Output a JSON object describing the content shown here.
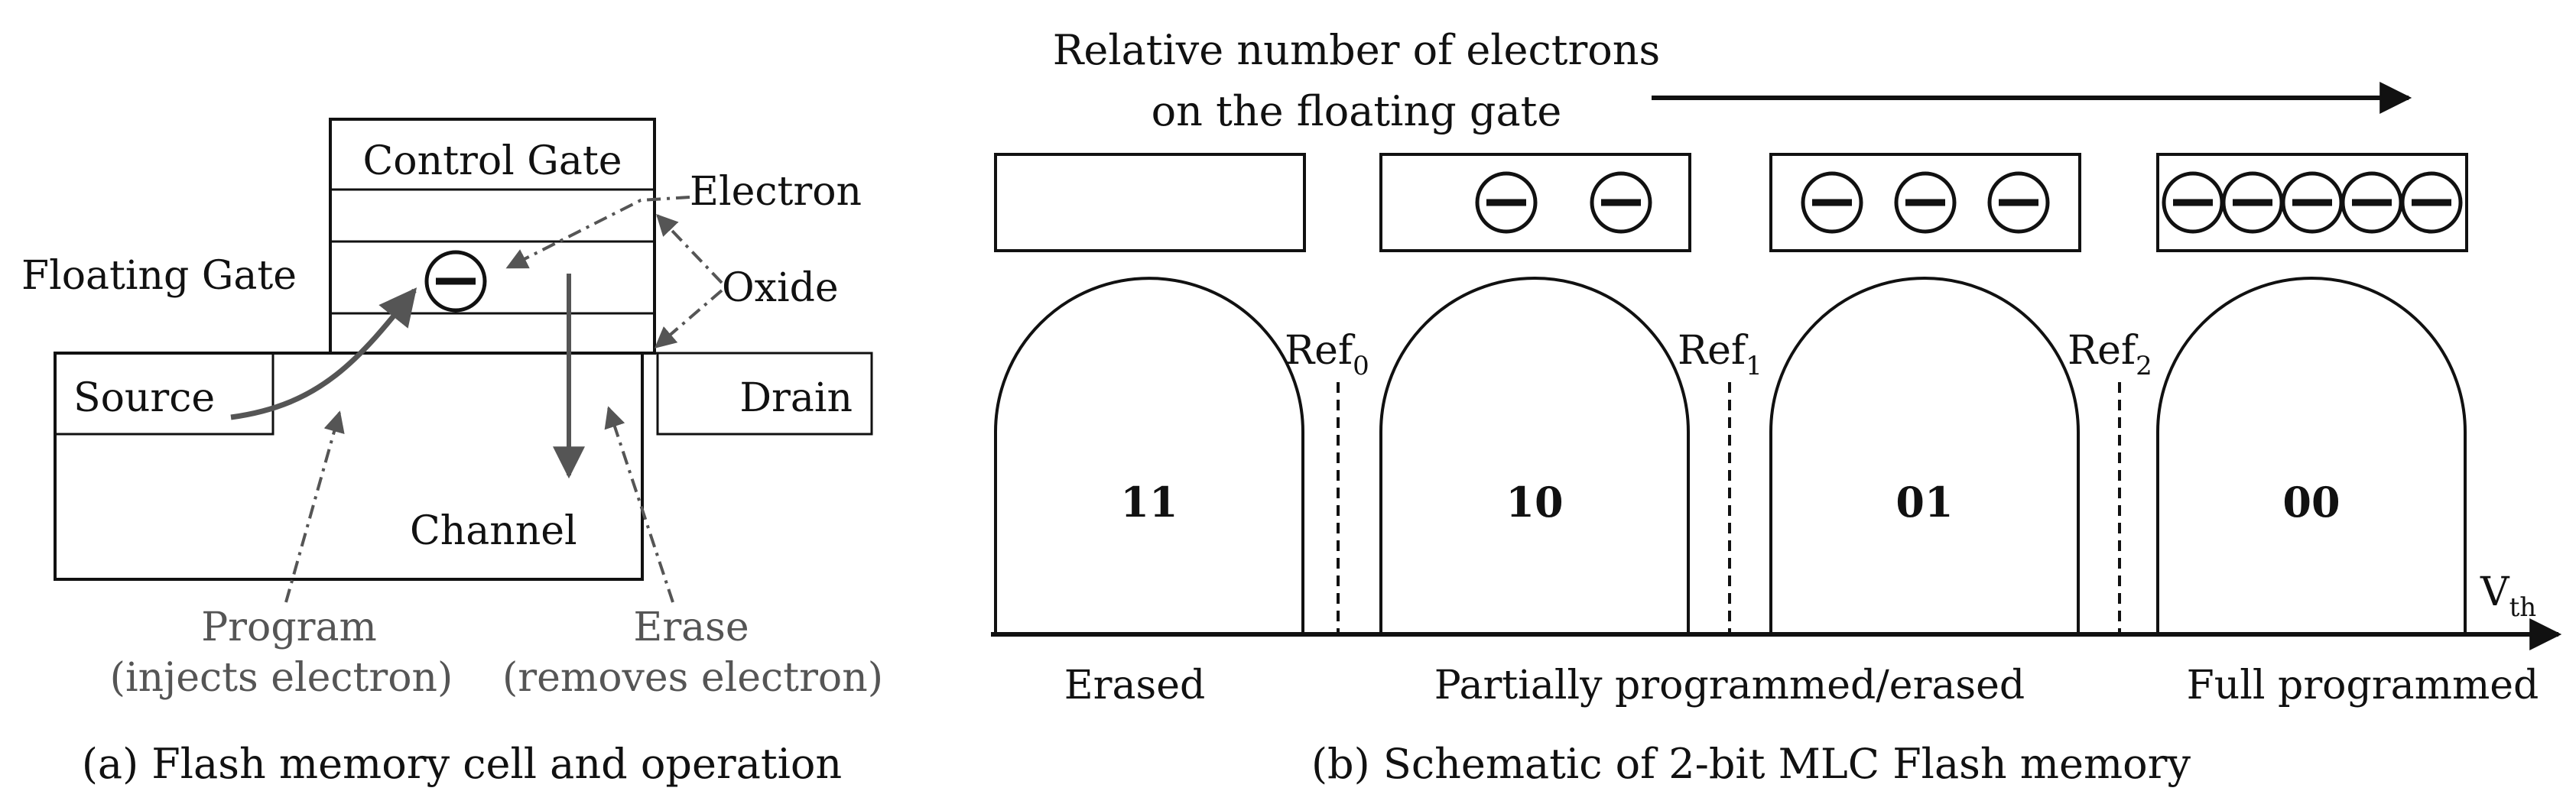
{
  "colors": {
    "ink": "#111111",
    "muted": "#555555",
    "background": "#ffffff"
  },
  "panel_a": {
    "caption": "(a) Flash memory cell and operation",
    "labels": {
      "control_gate": "Control Gate",
      "floating_gate": "Floating Gate",
      "source": "Source",
      "drain": "Drain",
      "channel": "Channel",
      "electron": "Electron",
      "oxide": "Oxide",
      "program": "Program",
      "program_note": "(injects electron)",
      "erase": "Erase",
      "erase_note": "(removes electron)"
    },
    "icons": [
      "electron-icon"
    ]
  },
  "panel_b": {
    "caption": "(b) Schematic of 2-bit MLC Flash memory",
    "header_line1": "Relative number of electrons",
    "header_line2": "on the floating gate",
    "axis_label": "V",
    "axis_sub": "th",
    "electron_counts": [
      0,
      2,
      3,
      5
    ],
    "states": [
      {
        "bits": "11"
      },
      {
        "bits": "10"
      },
      {
        "bits": "01"
      },
      {
        "bits": "00"
      }
    ],
    "refs": [
      {
        "label": "Ref",
        "sub": "0"
      },
      {
        "label": "Ref",
        "sub": "1"
      },
      {
        "label": "Ref",
        "sub": "2"
      }
    ],
    "regions": [
      "Erased",
      "Partially programmed/erased",
      "Full programmed"
    ]
  }
}
